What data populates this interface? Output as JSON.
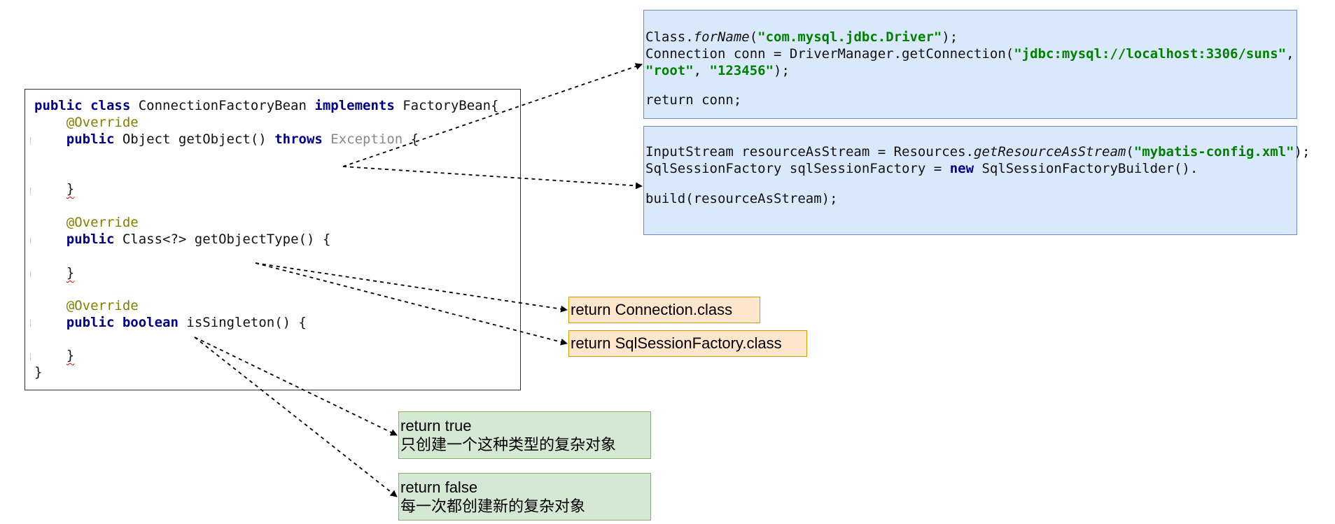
{
  "code": {
    "line1": {
      "kw1": "public class",
      "t1": " ConnectionFactoryBean ",
      "kw2": "implements",
      "t2": " FactoryBean{"
    },
    "line2": {
      "indent": "    ",
      "ann": "@Override"
    },
    "line3": {
      "indent": "    ",
      "kw1": "public",
      "t1": " Object getObject() ",
      "kw2": "throws",
      "muted": " Exception ",
      "t2": "{"
    },
    "line4": {
      "indent": "    ",
      "t1": "}"
    },
    "line5": {
      "indent": "    ",
      "ann": "@Override"
    },
    "line6": {
      "indent": "    ",
      "kw1": "public",
      "t1": " Class<?> getObjectType() {"
    },
    "line7": {
      "indent": "    ",
      "t1": "}"
    },
    "line8": {
      "indent": "    ",
      "ann": "@Override"
    },
    "line9": {
      "indent": "    ",
      "kw1": "public",
      "sp": " ",
      "kw2": "boolean",
      "t1": " isSingleton() {"
    },
    "line10": {
      "indent": "    ",
      "t1": "}"
    },
    "line11": {
      "t1": "}"
    }
  },
  "connection_box": {
    "l1": {
      "a": "Class.",
      "it": "forName",
      "b": "(",
      "s": "\"com.mysql.jdbc.Driver\"",
      "c": ");"
    },
    "l2": {
      "a": "Connection conn = DriverManager.getConnection(",
      "s": "\"jdbc:mysql://localhost:3306/suns\"",
      "c": ","
    },
    "l3": {
      "s1": "\"root\"",
      "a": ", ",
      "s2": "\"123456\"",
      "c": ");"
    },
    "l4": {
      "a": "return conn;"
    }
  },
  "mybatis_box": {
    "l1": {
      "a": "InputStream resourceAsStream = Resources.",
      "it": "getResourceAsStream",
      "b": "(",
      "s": "\"mybatis-config.xml\"",
      "c": ");"
    },
    "l2": {
      "a": "SqlSessionFactory sqlSessionFactory = ",
      "kw": "new",
      "b": " SqlSessionFactoryBuilder()."
    },
    "l3": {
      "a": "build(resourceAsStream);"
    }
  },
  "type_boxes": {
    "connection": "return Connection.class",
    "sqlsession": "return SqlSessionFactory.class"
  },
  "singleton_boxes": {
    "true_box": {
      "line1": "return true",
      "line2": "只创建一个这种类型的复杂对象"
    },
    "false_box": {
      "line1": "return false",
      "line2": "每一次都创建新的复杂对象"
    }
  },
  "colors": {
    "keyword": "#000080",
    "annotation": "#808000",
    "string": "#008000",
    "blue_fill": "#dae8fc",
    "orange_fill": "#ffe6cc",
    "green_fill": "#d5e8d4"
  }
}
